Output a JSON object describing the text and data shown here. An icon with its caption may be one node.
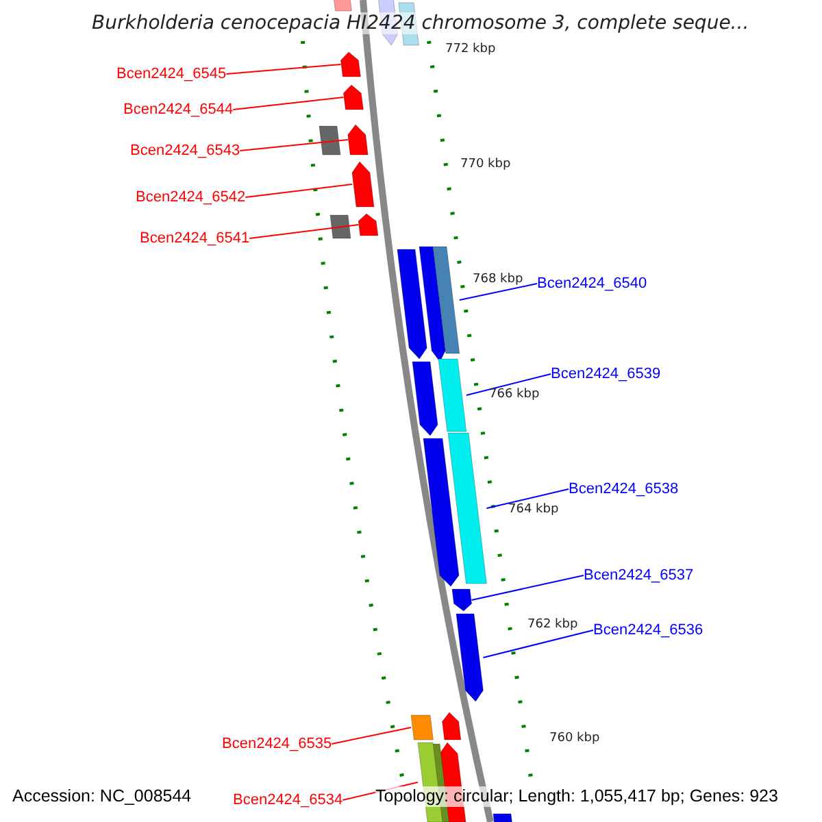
{
  "diagram": {
    "title": "Burkholderia cenocepacia HI2424 chromosome 3, complete seque...",
    "nodes": [
      {
        "text": [
          "Bcen2424_6545"
        ]
      },
      {
        "text": [
          "Bcen2424_6544"
        ]
      },
      {
        "text": [
          "Bcen2424_6543"
        ]
      },
      {
        "text": [
          "Bcen2424_6542"
        ]
      },
      {
        "text": [
          "Bcen2424_6541"
        ]
      },
      {
        "text": [
          "Bcen2424_6540"
        ]
      },
      {
        "text": [
          "Bcen2424_6539"
        ]
      },
      {
        "text": [
          "Bcen2424_6538"
        ]
      },
      {
        "text": [
          "Bcen2424_6537"
        ]
      },
      {
        "text": [
          "Bcen2424_6536"
        ]
      },
      {
        "text": [
          "Bcen2424_6535"
        ]
      },
      {
        "text": [
          "Bcen2424_6534"
        ]
      },
      {
        "text": [],
        "shape": "arrow"
      },
      {
        "text": [],
        "shape": "arrow"
      },
      {
        "text": [],
        "shape": "arrow"
      },
      {
        "text": [],
        "shape": "arrow"
      },
      {
        "text": [],
        "shape": "arrow"
      },
      {
        "text": [],
        "shape": "bar"
      },
      {
        "text": [],
        "shape": "bar"
      },
      {
        "text": [],
        "shape": "bar"
      },
      {
        "text": [],
        "shape": "arrow"
      },
      {
        "text": [],
        "shape": "arrow"
      },
      {
        "text": [],
        "shape": "bar"
      },
      {
        "text": [],
        "shape": "bar"
      }
    ],
    "edges": [
      {
        "from": 0,
        "to": 12,
        "arrow": "none"
      },
      {
        "from": 1,
        "to": 13,
        "arrow": "none"
      },
      {
        "from": 2,
        "to": 14,
        "arrow": "none"
      },
      {
        "from": 3,
        "to": 15,
        "arrow": "none"
      },
      {
        "from": 4,
        "to": 16,
        "arrow": "none"
      },
      {
        "from": 5,
        "to": 17,
        "arrow": "none",
        "color": "#0000ff"
      },
      {
        "from": 6,
        "to": 18,
        "arrow": "none",
        "color": "#0000ff"
      },
      {
        "from": 7,
        "to": 19,
        "arrow": "none",
        "color": "#0000ff"
      },
      {
        "from": 8,
        "to": 20,
        "arrow": "none",
        "color": "#0000ff"
      },
      {
        "from": 9,
        "to": 21,
        "arrow": "none",
        "color": "#0000ff"
      },
      {
        "from": 10,
        "to": 22,
        "arrow": "none"
      },
      {
        "from": 11,
        "to": 23,
        "arrow": "none"
      }
    ],
    "labels": [
      "772 kbp",
      "770 kbp",
      "768 kbp",
      "766 kbp",
      "764 kbp",
      "762 kbp",
      "760 kbp",
      "Accession: NC_008544",
      "Topology: circular; Length: 1,055,417 bp; Genes: 923"
    ]
  }
}
